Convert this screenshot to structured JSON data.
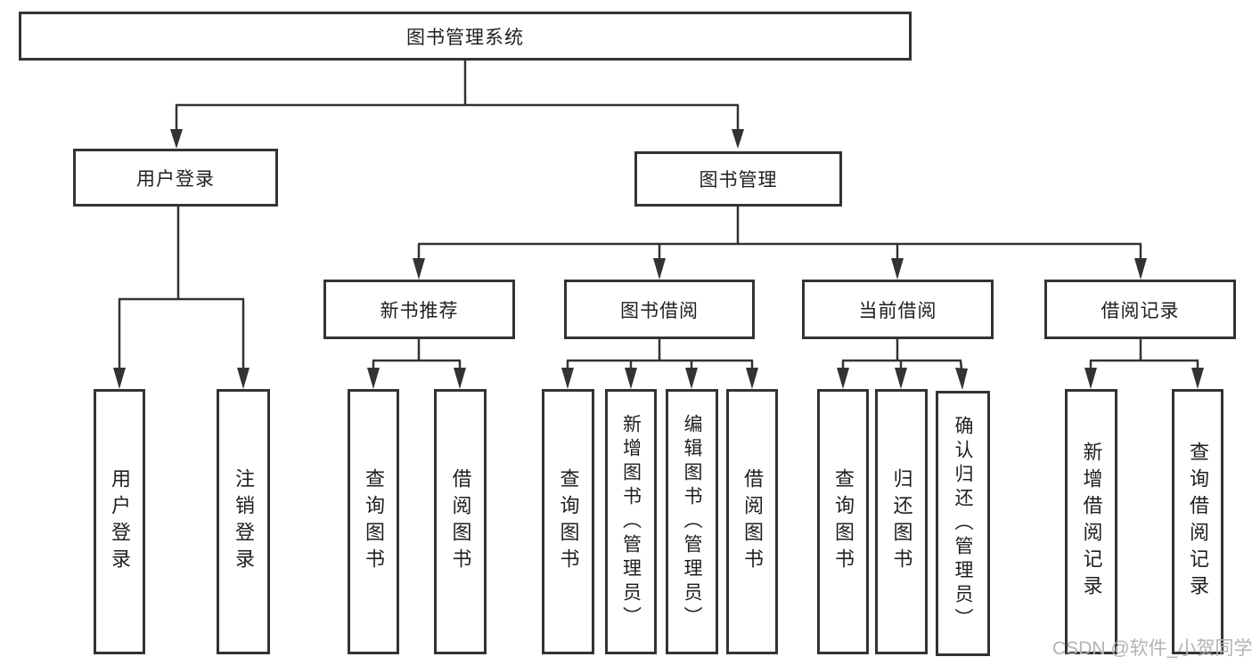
{
  "diagram": {
    "root": {
      "label": "图书管理系统"
    },
    "level2": {
      "user_login": {
        "label": "用户登录"
      },
      "book_mgmt": {
        "label": "图书管理"
      }
    },
    "level3": {
      "new_books": {
        "label": "新书推荐"
      },
      "book_borrow": {
        "label": "图书借阅"
      },
      "current_borrow": {
        "label": "当前借阅"
      },
      "borrow_records": {
        "label": "借阅记录"
      }
    },
    "leaves": {
      "login": {
        "label": "用户登录"
      },
      "logout": {
        "label": "注销登录"
      },
      "nb_query": {
        "label": "查询图书"
      },
      "nb_borrow": {
        "label": "借阅图书"
      },
      "bb_query": {
        "label": "查询图书"
      },
      "bb_add": {
        "label": "新增图书（管理员）"
      },
      "bb_edit": {
        "label": "编辑图书（管理员）"
      },
      "bb_borrow": {
        "label": "借阅图书"
      },
      "cb_query": {
        "label": "查询图书"
      },
      "cb_return": {
        "label": "归还图书"
      },
      "cb_confirm": {
        "label": "确认归还（管理员）"
      },
      "br_add": {
        "label": "新增借阅记录"
      },
      "br_query": {
        "label": "查询借阅记录"
      }
    }
  },
  "watermark": {
    "text": "CSDN @软件_小贺同学"
  },
  "colors": {
    "line": "#333333",
    "text": "#1f1f1f",
    "background": "#ffffff",
    "watermark": "#b3b3b3"
  }
}
